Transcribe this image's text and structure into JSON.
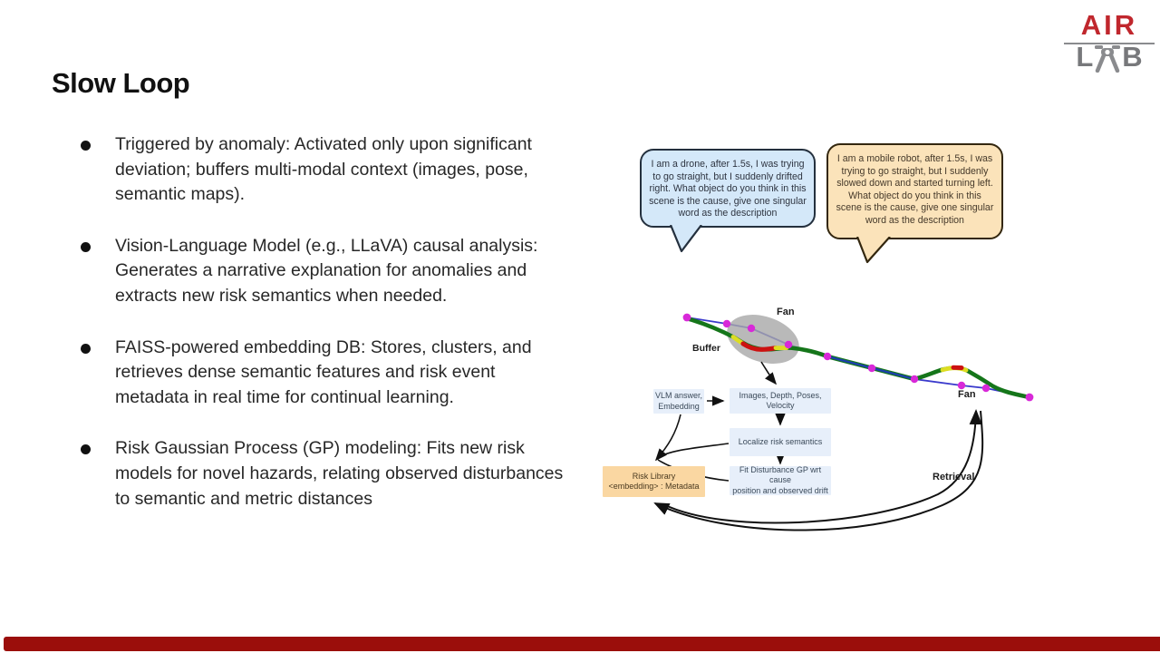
{
  "slide": {
    "title": "Slow Loop",
    "bullets": [
      "Triggered by anomaly: Activated only upon significant deviation; buffers multi-modal context (images, pose, semantic maps).",
      "Vision-Language Model (e.g., LLaVA) causal analysis: Generates a narrative explanation for anomalies and extracts new risk semantics when needed.",
      "FAISS-powered embedding DB: Stores, clusters, and retrieves dense semantic features and risk event metadata in real time for continual learning.",
      "Risk Gaussian Process (GP) modeling: Fits new risk models for novel hazards, relating observed disturbances to semantic and metric distances"
    ]
  },
  "logo": {
    "air": "AIR",
    "lab_left": "L",
    "lab_right": "B"
  },
  "figure": {
    "bubbles": {
      "drone": "I am a drone, after 1.5s, I was trying to go straight, but I suddenly drifted right. What object do you think in this scene is the cause, give one singular word as the description",
      "robot": "I am a mobile robot, after 1.5s, I was trying to go straight, but I suddenly slowed down and started turning left. What object do you think in this scene is the cause, give one singular word as the description"
    },
    "labels": {
      "fan_buffer": "Fan",
      "buffer": "Buffer",
      "fan_retrieval": "Fan",
      "retrieval": "Retrieval"
    },
    "boxes": {
      "vlm": "VLM answer,\nEmbedding",
      "sensors": "Images, Depth, Poses,\nVelocity",
      "localize": "Localize risk semantics",
      "gp": "Fit Disturbance GP wrt cause\nposition and observed drift",
      "risk_library": "Risk Library\n<embedding> : Metadata"
    }
  },
  "colors": {
    "accent_bar": "#9b0e0b",
    "logo_red": "#c0272d",
    "logo_gray": "#77787b",
    "bubble_blue": "#d4e8f9",
    "bubble_orange": "#fbe3ba",
    "flow_box_blue": "#e7effa",
    "risk_library_orange": "#fad7a2",
    "trajectory_green": "#15761a",
    "trajectory_blue": "#3a3acc",
    "waypoint_magenta": "#d829d8",
    "risk_red": "#cc1111",
    "risk_yellow": "#dddd22",
    "buffer_gray": "#a8a8a8"
  }
}
